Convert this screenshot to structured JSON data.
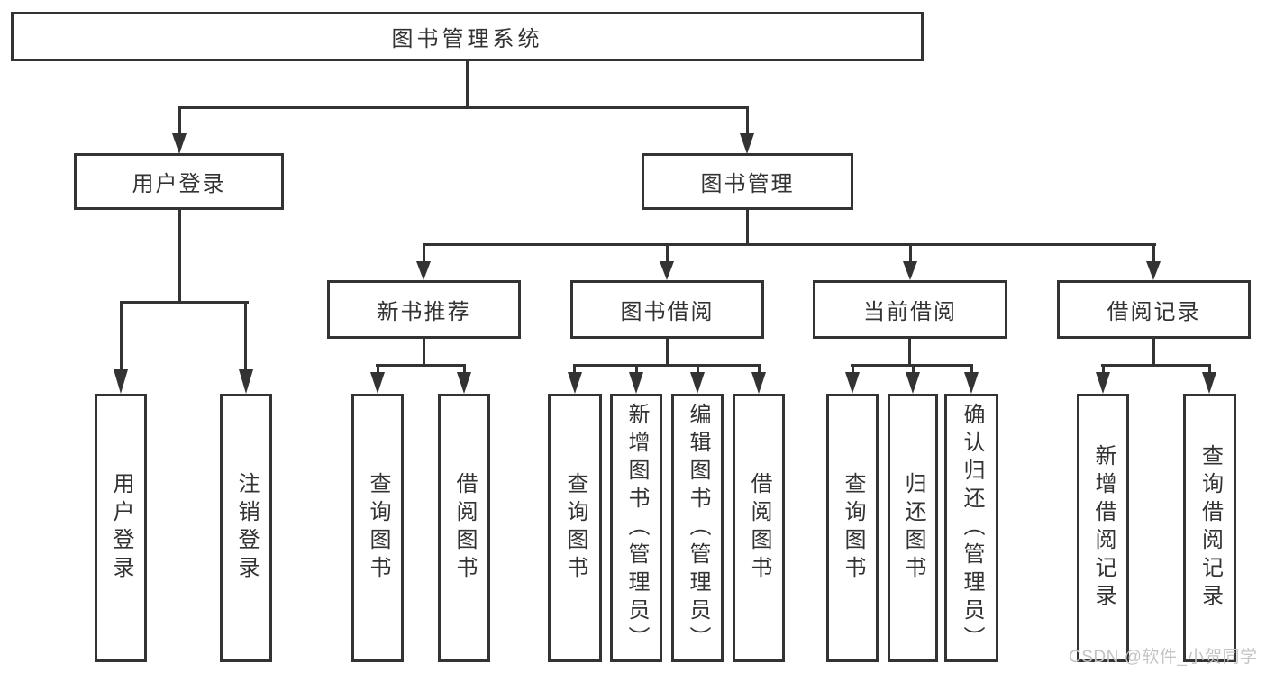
{
  "tree": {
    "root": {
      "label": "图书管理系统"
    },
    "branches": [
      {
        "label": "用户登录",
        "children": [
          {
            "label": "用户登录"
          },
          {
            "label": "注销登录"
          }
        ]
      },
      {
        "label": "图书管理",
        "children": [
          {
            "label": "新书推荐",
            "children": [
              {
                "label": "查询图书"
              },
              {
                "label": "借阅图书"
              }
            ]
          },
          {
            "label": "图书借阅",
            "children": [
              {
                "label": "查询图书"
              },
              {
                "label": "新增图书（管理员）"
              },
              {
                "label": "编辑图书（管理员）"
              },
              {
                "label": "借阅图书"
              }
            ]
          },
          {
            "label": "当前借阅",
            "children": [
              {
                "label": "查询图书"
              },
              {
                "label": "归还图书"
              },
              {
                "label": "确认归还（管理员）"
              }
            ]
          },
          {
            "label": "借阅记录",
            "children": [
              {
                "label": "新增借阅记录"
              },
              {
                "label": "查询借阅记录"
              }
            ]
          }
        ]
      }
    ]
  },
  "watermark": "CSDN @软件_小贺同学",
  "colors": {
    "line": "#333333",
    "text": "#333333",
    "watermark": "#c4c4c4",
    "background": "#ffffff"
  }
}
